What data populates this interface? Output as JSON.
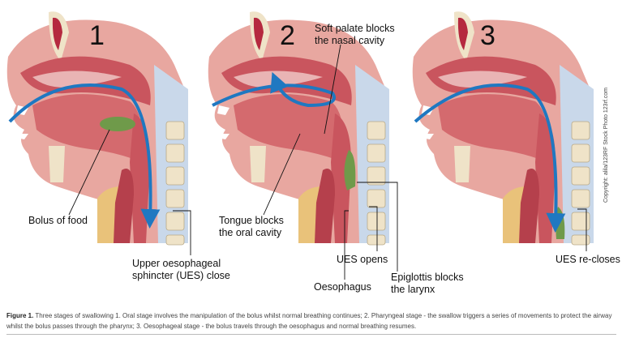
{
  "stages": [
    {
      "number": "1",
      "labels": [
        "Bolus of food",
        "Upper oesophageal sphincter (UES) close"
      ]
    },
    {
      "number": "2",
      "labels": [
        "Soft palate blocks the nasal cavity",
        "Tongue blocks the oral cavity",
        "UES opens",
        "Epiglottis blocks the larynx",
        "Oesophagus"
      ]
    },
    {
      "number": "3",
      "labels": [
        "UES re-closes"
      ]
    }
  ],
  "labels": {
    "bolus": [
      "Bolus of food"
    ],
    "ues_close": [
      "Upper oesophageal",
      "sphincter (UES) close"
    ],
    "soft_palate": [
      "Soft palate blocks",
      "the nasal cavity"
    ],
    "tongue": [
      "Tongue blocks",
      "the oral cavity"
    ],
    "ues_opens": "UES opens",
    "epiglottis": [
      "Epiglottis blocks",
      "the larynx"
    ],
    "oesophagus": "Oesophagus",
    "ues_recloses": "UES re-closes"
  },
  "copyright": "Copyright: alila/123RF Stock Photo 123rf.com",
  "caption": {
    "title": "Figure 1.",
    "text": " Three stages of swallowing 1. Oral stage involves the manipulation of the bolus whilst normal breathing continues; 2. Pharyngeal stage - the swallow triggers a series of movements to protect the airway whilst the bolus passes through the pharynx; 3. Oesophageal stage - the bolus travels through the oesophagus and normal breathing resumes."
  },
  "colors": {
    "skin": "#e8a7a0",
    "tissue": "#c9555e",
    "bone": "#efe3c8",
    "arrow": "#1f78c1",
    "bolus": "#6f9a4a",
    "spine": "#c9d8ea"
  }
}
